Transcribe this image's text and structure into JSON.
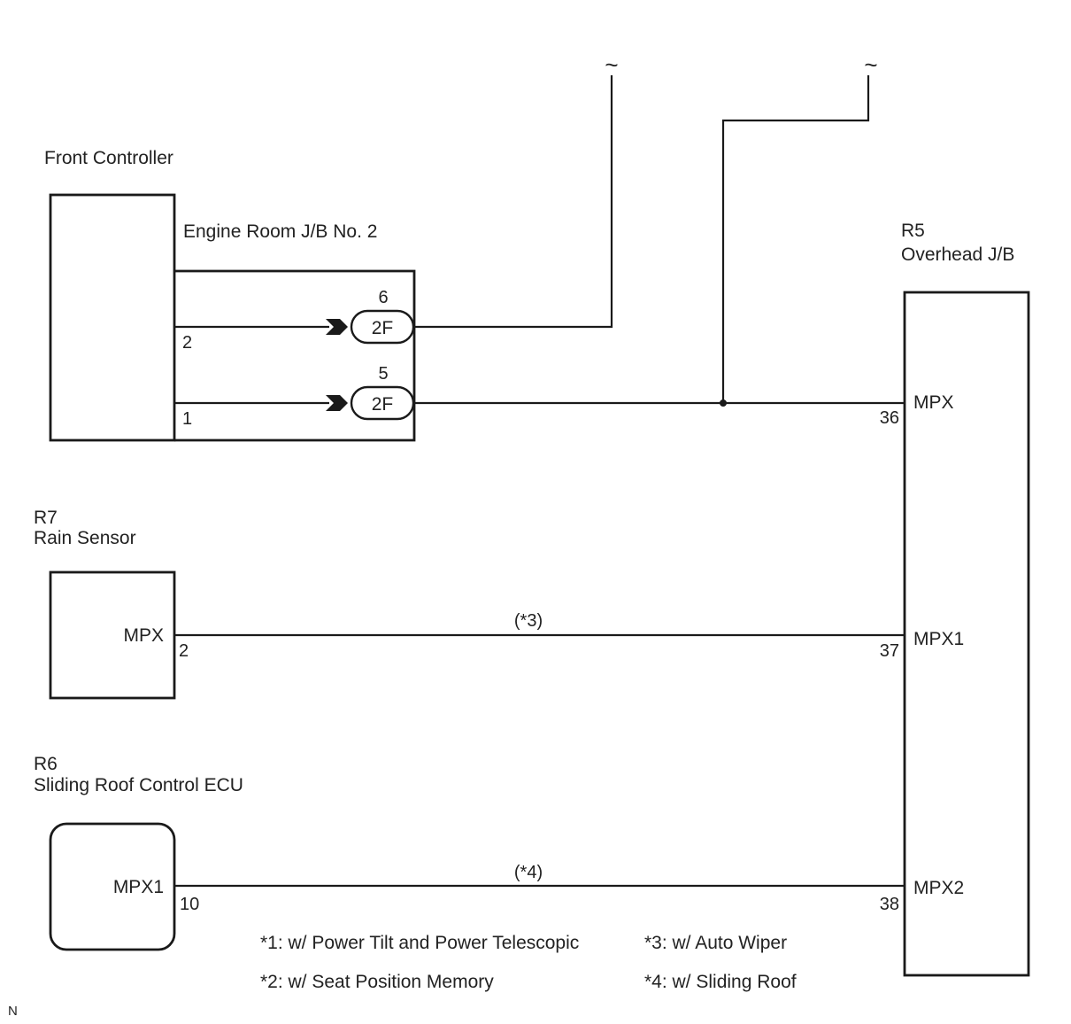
{
  "components": {
    "front_controller": {
      "name": "Front Controller"
    },
    "engine_room_jb": {
      "name": "Engine Room J/B No. 2"
    },
    "overhead_jb": {
      "code": "R5",
      "name": "Overhead J/B"
    },
    "rain_sensor": {
      "code": "R7",
      "name": "Rain Sensor"
    },
    "sliding_roof_ecu": {
      "code": "R6",
      "name": "Sliding Roof Control ECU"
    }
  },
  "pins": {
    "front_controller": {
      "upper": "2",
      "lower": "1"
    },
    "engine_room_jb": {
      "upper": {
        "pin": "6",
        "connector": "2F"
      },
      "lower": {
        "pin": "5",
        "connector": "2F"
      }
    },
    "overhead_jb": {
      "mpx": {
        "pin": "36",
        "label": "MPX"
      },
      "mpx1": {
        "pin": "37",
        "label": "MPX1"
      },
      "mpx2": {
        "pin": "38",
        "label": "MPX2"
      }
    },
    "rain_sensor": {
      "pin": "2",
      "label": "MPX"
    },
    "sliding_roof_ecu": {
      "pin": "10",
      "label": "MPX1"
    }
  },
  "wire_notes": {
    "rain_sensor_wire": "(*3)",
    "sliding_roof_wire": "(*4)"
  },
  "wire_break_symbol": "~",
  "footnotes": {
    "n1": "*1: w/ Power Tilt and Power Telescopic",
    "n2": "*2: w/ Seat Position Memory",
    "n3": "*3: w/ Auto Wiper",
    "n4": "*4: w/ Sliding Roof"
  },
  "corner_mark": "N"
}
